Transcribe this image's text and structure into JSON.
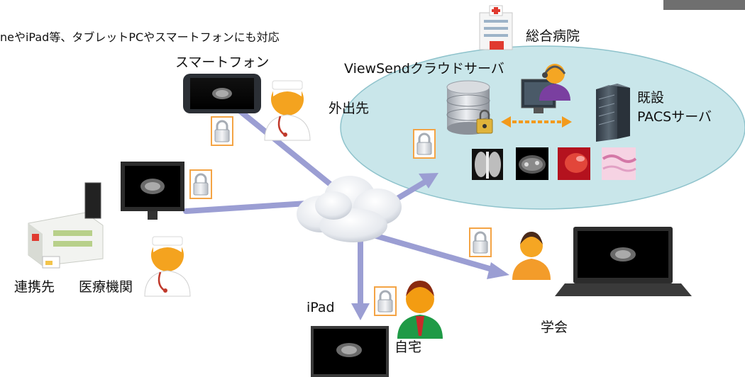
{
  "header": {
    "note": "neやiPad等、タブレットPCやスマートフォンにも対応"
  },
  "labels": {
    "smartphone": "スマートフォン",
    "outside": "外出先",
    "cloud_server": "ViewSendクラウドサーバ",
    "general_hospital": "総合病院",
    "existing": "既設",
    "pacs_server": "PACSサーバ",
    "partner": "連携先",
    "medical_institution": "医療機関",
    "ipad": "iPad",
    "home": "自宅",
    "conference": "学会"
  },
  "colors": {
    "arrow": "#9b9ed3",
    "ellipse_fill": "#c9e6ea",
    "ellipse_stroke": "#8fc3cc",
    "lock_frame": "#f4a445",
    "sync_arrow": "#f29a1c",
    "corner_tab": "#6f6f6f"
  },
  "icons": {
    "cloud": "cloud-icon",
    "lock": "padlock-icon",
    "database": "database-server-icon",
    "pacs": "rack-server-icon",
    "hospital": "hospital-building-icon",
    "doctor": "doctor-icon",
    "operator": "headset-operator-icon",
    "monitor": "medical-monitor-icon",
    "laptop": "laptop-icon",
    "tablet": "tablet-icon",
    "smartphone": "smartphone-icon",
    "person_home": "person-green-shirt-icon",
    "person_conference": "person-orange-shirt-icon"
  }
}
